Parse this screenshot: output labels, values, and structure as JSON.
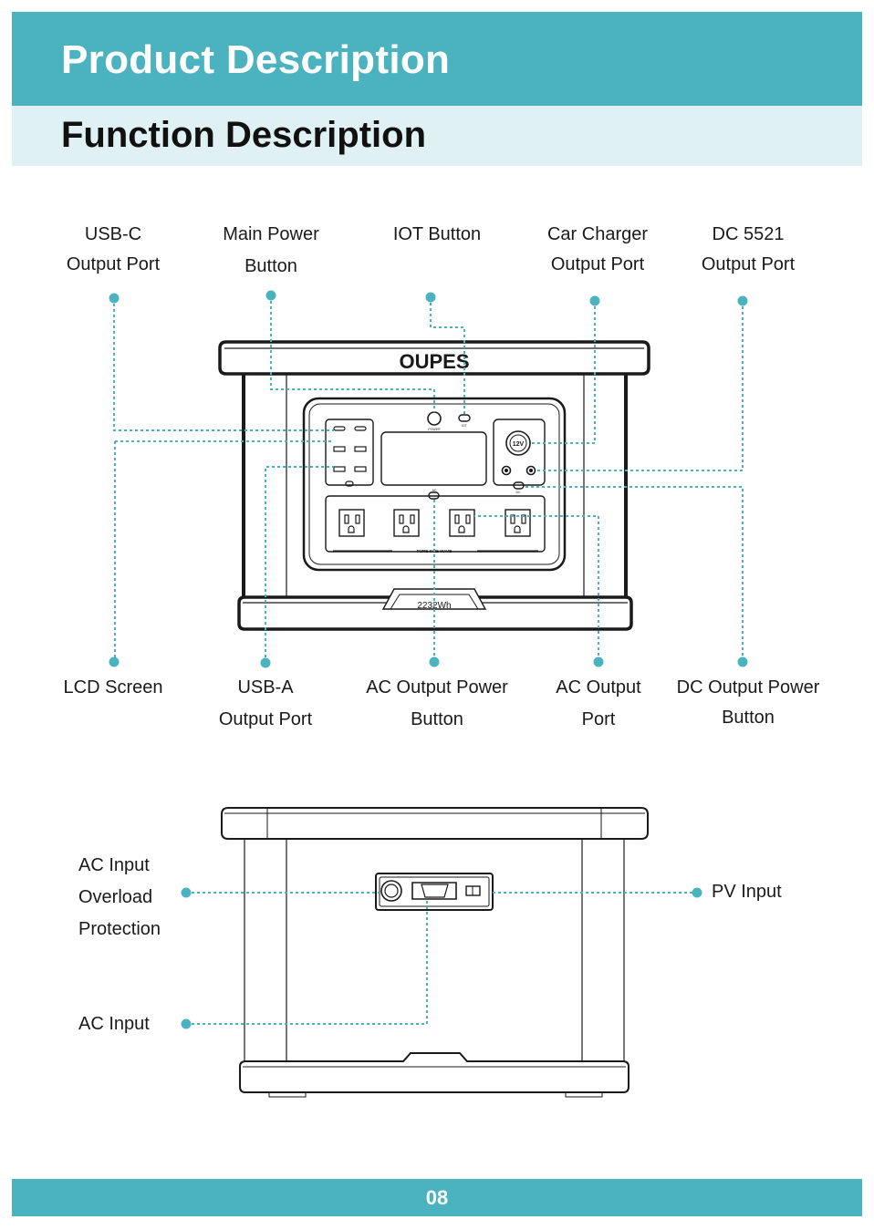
{
  "header": {
    "title": "Product Description"
  },
  "subheader": {
    "title": "Function Description"
  },
  "device": {
    "brand": "OUPES",
    "capacity": "2232Wh",
    "power_label": "POWER",
    "iot_label": "IOT",
    "car_label": "12V",
    "ac_label": "AC",
    "dc_label": "DC",
    "sine_label": "PURE SINE WAVE"
  },
  "top_labels": {
    "usbc": [
      "USB-C",
      "Output Port"
    ],
    "main_power": [
      "Main Power",
      "Button"
    ],
    "iot": [
      "IOT Button"
    ],
    "car_charger": [
      "Car Charger",
      "Output Port"
    ],
    "dc5521": [
      "DC 5521",
      "Output Port"
    ]
  },
  "bottom_labels": {
    "lcd": [
      "LCD Screen"
    ],
    "usba": [
      "USB-A",
      "Output Port"
    ],
    "ac_power": [
      "AC Output Power",
      "Button"
    ],
    "ac_port": [
      "AC Output",
      "Port"
    ],
    "dc_power": [
      "DC Output Power",
      "Button"
    ]
  },
  "side_labels": {
    "overload": [
      "AC Input",
      "Overload",
      "Protection"
    ],
    "ac_input": [
      "AC Input"
    ],
    "pv_input": [
      "PV Input"
    ]
  },
  "footer": {
    "page": "08"
  },
  "colors": {
    "accent": "#4bb3bf",
    "accent_light": "#dff1f3"
  }
}
